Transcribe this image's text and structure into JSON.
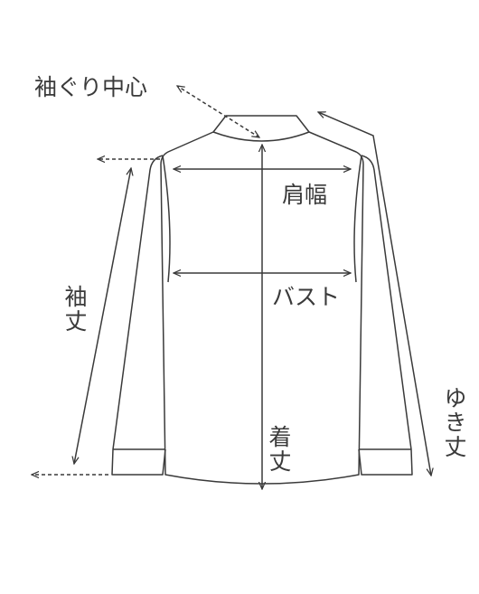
{
  "labels": {
    "armhole_center": "袖ぐり中心",
    "shoulder_width": "肩幅",
    "bust": "バスト",
    "body_length": "着丈",
    "sleeve_length": "袖丈",
    "yuki_length": "ゆき丈"
  },
  "colors": {
    "line": "#3a3a3a",
    "background": "#ffffff"
  }
}
